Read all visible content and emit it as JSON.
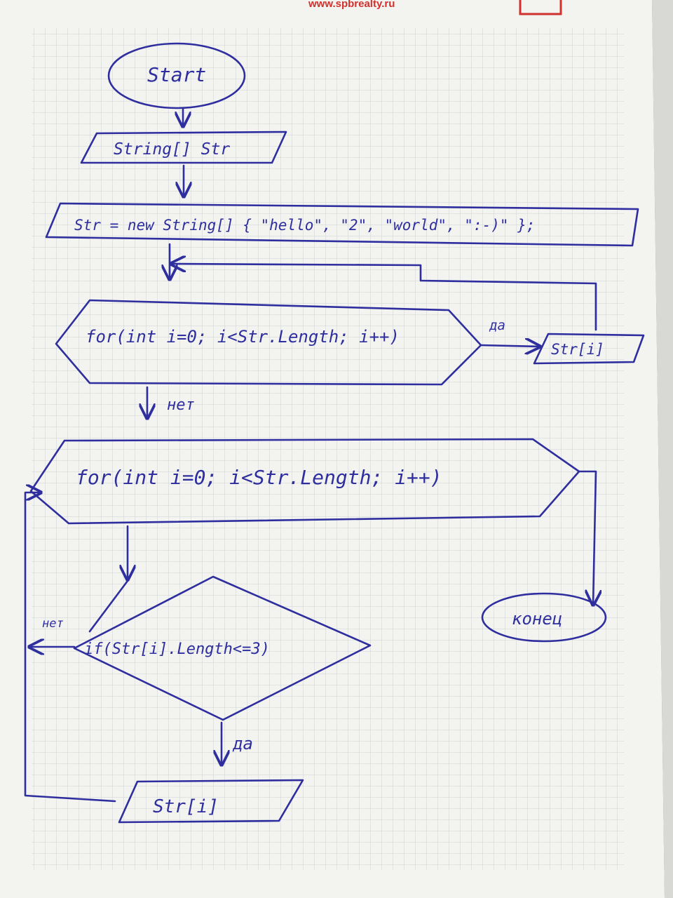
{
  "header": {
    "website": "www.spbrealty.ru"
  },
  "colors": {
    "ink": "#2e2e9e",
    "paper": "#f3f3f0",
    "grid": "#cfd3d6",
    "brand_red": "#d0312d"
  },
  "flowchart": {
    "start": "Start",
    "declare": "String[] Str",
    "assign": "Str = new String[] { \"hello\", \"2\", \"world\", \":-)\" };",
    "loop1": "for(int i=0; i<Str.Length; i++)",
    "loop1_yes_label": "да",
    "output1": "Str[i]",
    "loop1_no_label": "нет",
    "loop2": "for(int i=0; i<Str.Length; i++)",
    "condition": "if(Str[i].Length<=3)",
    "cond_no_label": "нет",
    "cond_yes_label": "да",
    "output2": "Str[i]",
    "end": "конец"
  }
}
